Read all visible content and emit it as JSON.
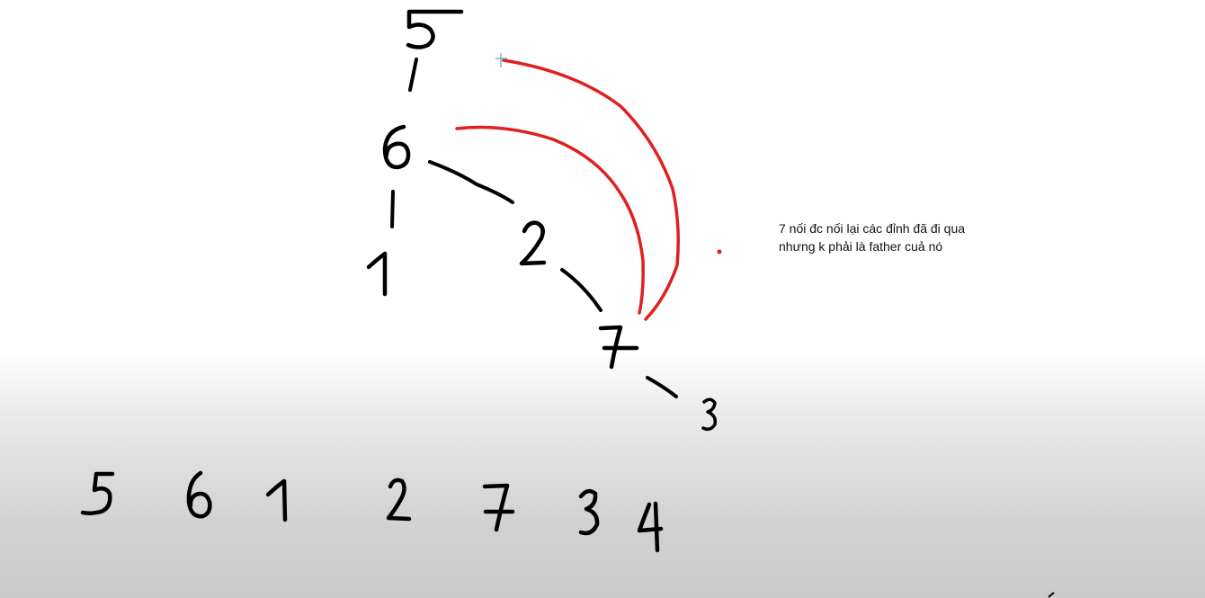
{
  "tree": {
    "nodes": [
      "5",
      "6",
      "1",
      "2",
      "7",
      "3"
    ],
    "tree_edges": [
      [
        "5",
        "6"
      ],
      [
        "6",
        "1"
      ],
      [
        "6",
        "2"
      ],
      [
        "2",
        "7"
      ],
      [
        "7",
        "3"
      ]
    ],
    "back_edges": [
      [
        "7",
        "6"
      ],
      [
        "7",
        "5"
      ]
    ],
    "back_edge_color": "#e02020"
  },
  "dfs_order": [
    "5",
    "6",
    "1",
    "2",
    "7",
    "3",
    "4"
  ],
  "note": {
    "text": "7 nối đc nối lại các đỉnh đã đi qua nhưng k phải là father cuả nó"
  }
}
